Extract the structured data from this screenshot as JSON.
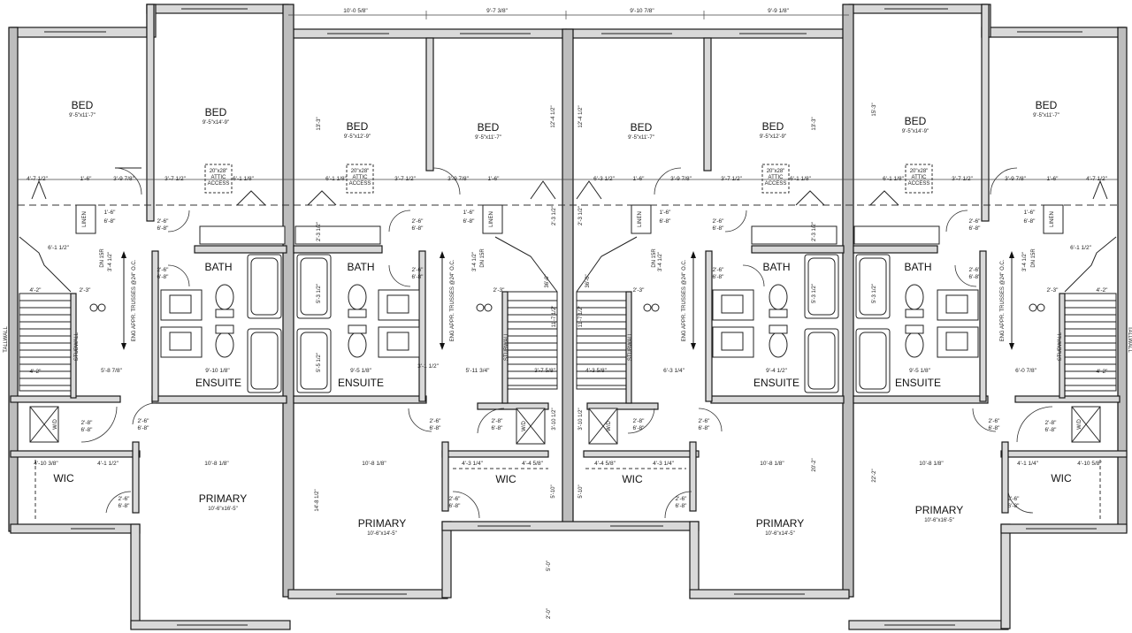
{
  "rooms": {
    "bed_a": "BED",
    "bed_a_size": "9'-5\"x11'-7\"",
    "bed_b": "BED",
    "bed_b_size": "9'-5\"x14'-9\"",
    "bed_c": "BED",
    "bed_c_size": "9'-5\"x12'-9\"",
    "bed_d": "BED",
    "bed_d_size": "9'-5\"x11'-7\"",
    "bed_e": "BED",
    "bed_e_size": "9'-5\"x11'-7\"",
    "bed_f": "BED",
    "bed_f_size": "9'-5\"x12'-9\"",
    "bed_g": "BED",
    "bed_g_size": "9'-5\"x14'-9\"",
    "bed_h": "BED",
    "bed_h_size": "9'-5\"x11'-7\"",
    "bath": "BATH",
    "ensuite": "ENSUITE",
    "wic": "WIC",
    "primary": "PRIMARY",
    "primary_a_size": "10'-6\"x16'-5\"",
    "primary_b_size": "10'-6\"x14'-5\"",
    "linen": "LINEN",
    "wd": "W/D",
    "attic_1": "20\"x28\"",
    "attic_2": "ATTIC",
    "attic_3": "ACCESS",
    "tallwall": "TALLWALL",
    "stubwall": "STUBWALL",
    "dn15r": "DN 15R",
    "trusses": "ENG APPR. TRUSSES @24\" O.C."
  },
  "dimensions": {
    "top_1": "10'-0 5/8\"",
    "top_2": "9'-7 3/8\"",
    "top_3": "9'-10 7/8\"",
    "top_4": "9'-9 1/8\"",
    "d_3_7_half": "3'-7 1/2\"",
    "d_6_1_1_8": "6'-1 1/8\"",
    "d_1_6": "1'-6\"",
    "d_3_9_7_8": "3'-9 7/8\"",
    "d_4_7_half": "4'-7 1/2\"",
    "d_6_3_half": "6'-3 1/2\"",
    "d_2_6": "2'-6\"",
    "d_6_8": "6'-8\"",
    "d_2_8": "2'-8\"",
    "d_2_3": "2'-3\"",
    "d_6_1_half": "6'-1 1/2\"",
    "d_4_2": "4'-2\"",
    "d_3_4_half": "3'-4 1/2\"",
    "d_5_8_7_8": "5'-8 7/8\"",
    "d_9_10_1_8": "9'-10 1/8\"",
    "d_9_5_1_8": "9'-5 1/8\"",
    "d_5_11_3_4": "5'-11 3/4\"",
    "d_3_7_5_8": "3'-7 5/8\"",
    "d_4_3_5_8": "4'-3 5/8\"",
    "d_6_3_1_4": "6'-3 1/4\"",
    "d_9_4_1_2": "9'-4 1/2\"",
    "d_6_0_7_8": "6'-0 7/8\"",
    "d_3_1_2": "3'-1 1/2\"",
    "d_10_8_1_8": "10'-8 1/8\"",
    "d_4_10_3_8": "4'-10 3/8\"",
    "d_4_1_1_2": "4'-1 1/2\"",
    "d_4_3_1_4": "4'-3 1/4\"",
    "d_4_4_5_8": "4'-4 5/8\"",
    "d_4_1_1_4": "4'-1 1/4\"",
    "d_4_10_5_8": "4'-10 5/8\"",
    "v_13_3": "13'-3\"",
    "v_12_4_half": "12'-4 1/2\"",
    "v_15_3": "15'-3\"",
    "v_5_3_half": "5'-3 1/2\"",
    "v_5_5_half": "5'-5 1/2\"",
    "v_11_7_half": "11'-7 1/2\"",
    "v_36_0": "36'-0\"",
    "v_14_8_half": "14'-8 1/2\"",
    "v_20_2": "20'-2\"",
    "v_22_2": "22'-2\"",
    "v_5_10": "5'-10\"",
    "v_5_0": "5'-0\"",
    "v_2_0": "2'-0\"",
    "v_3_10_half": "3'-10 1/2\"",
    "v_2_3_half": "2'-3 1/2\""
  },
  "colors": {
    "wall": "#d9d9d9",
    "wall_dark": "#bdbdbd",
    "line": "#1a1a1a"
  }
}
